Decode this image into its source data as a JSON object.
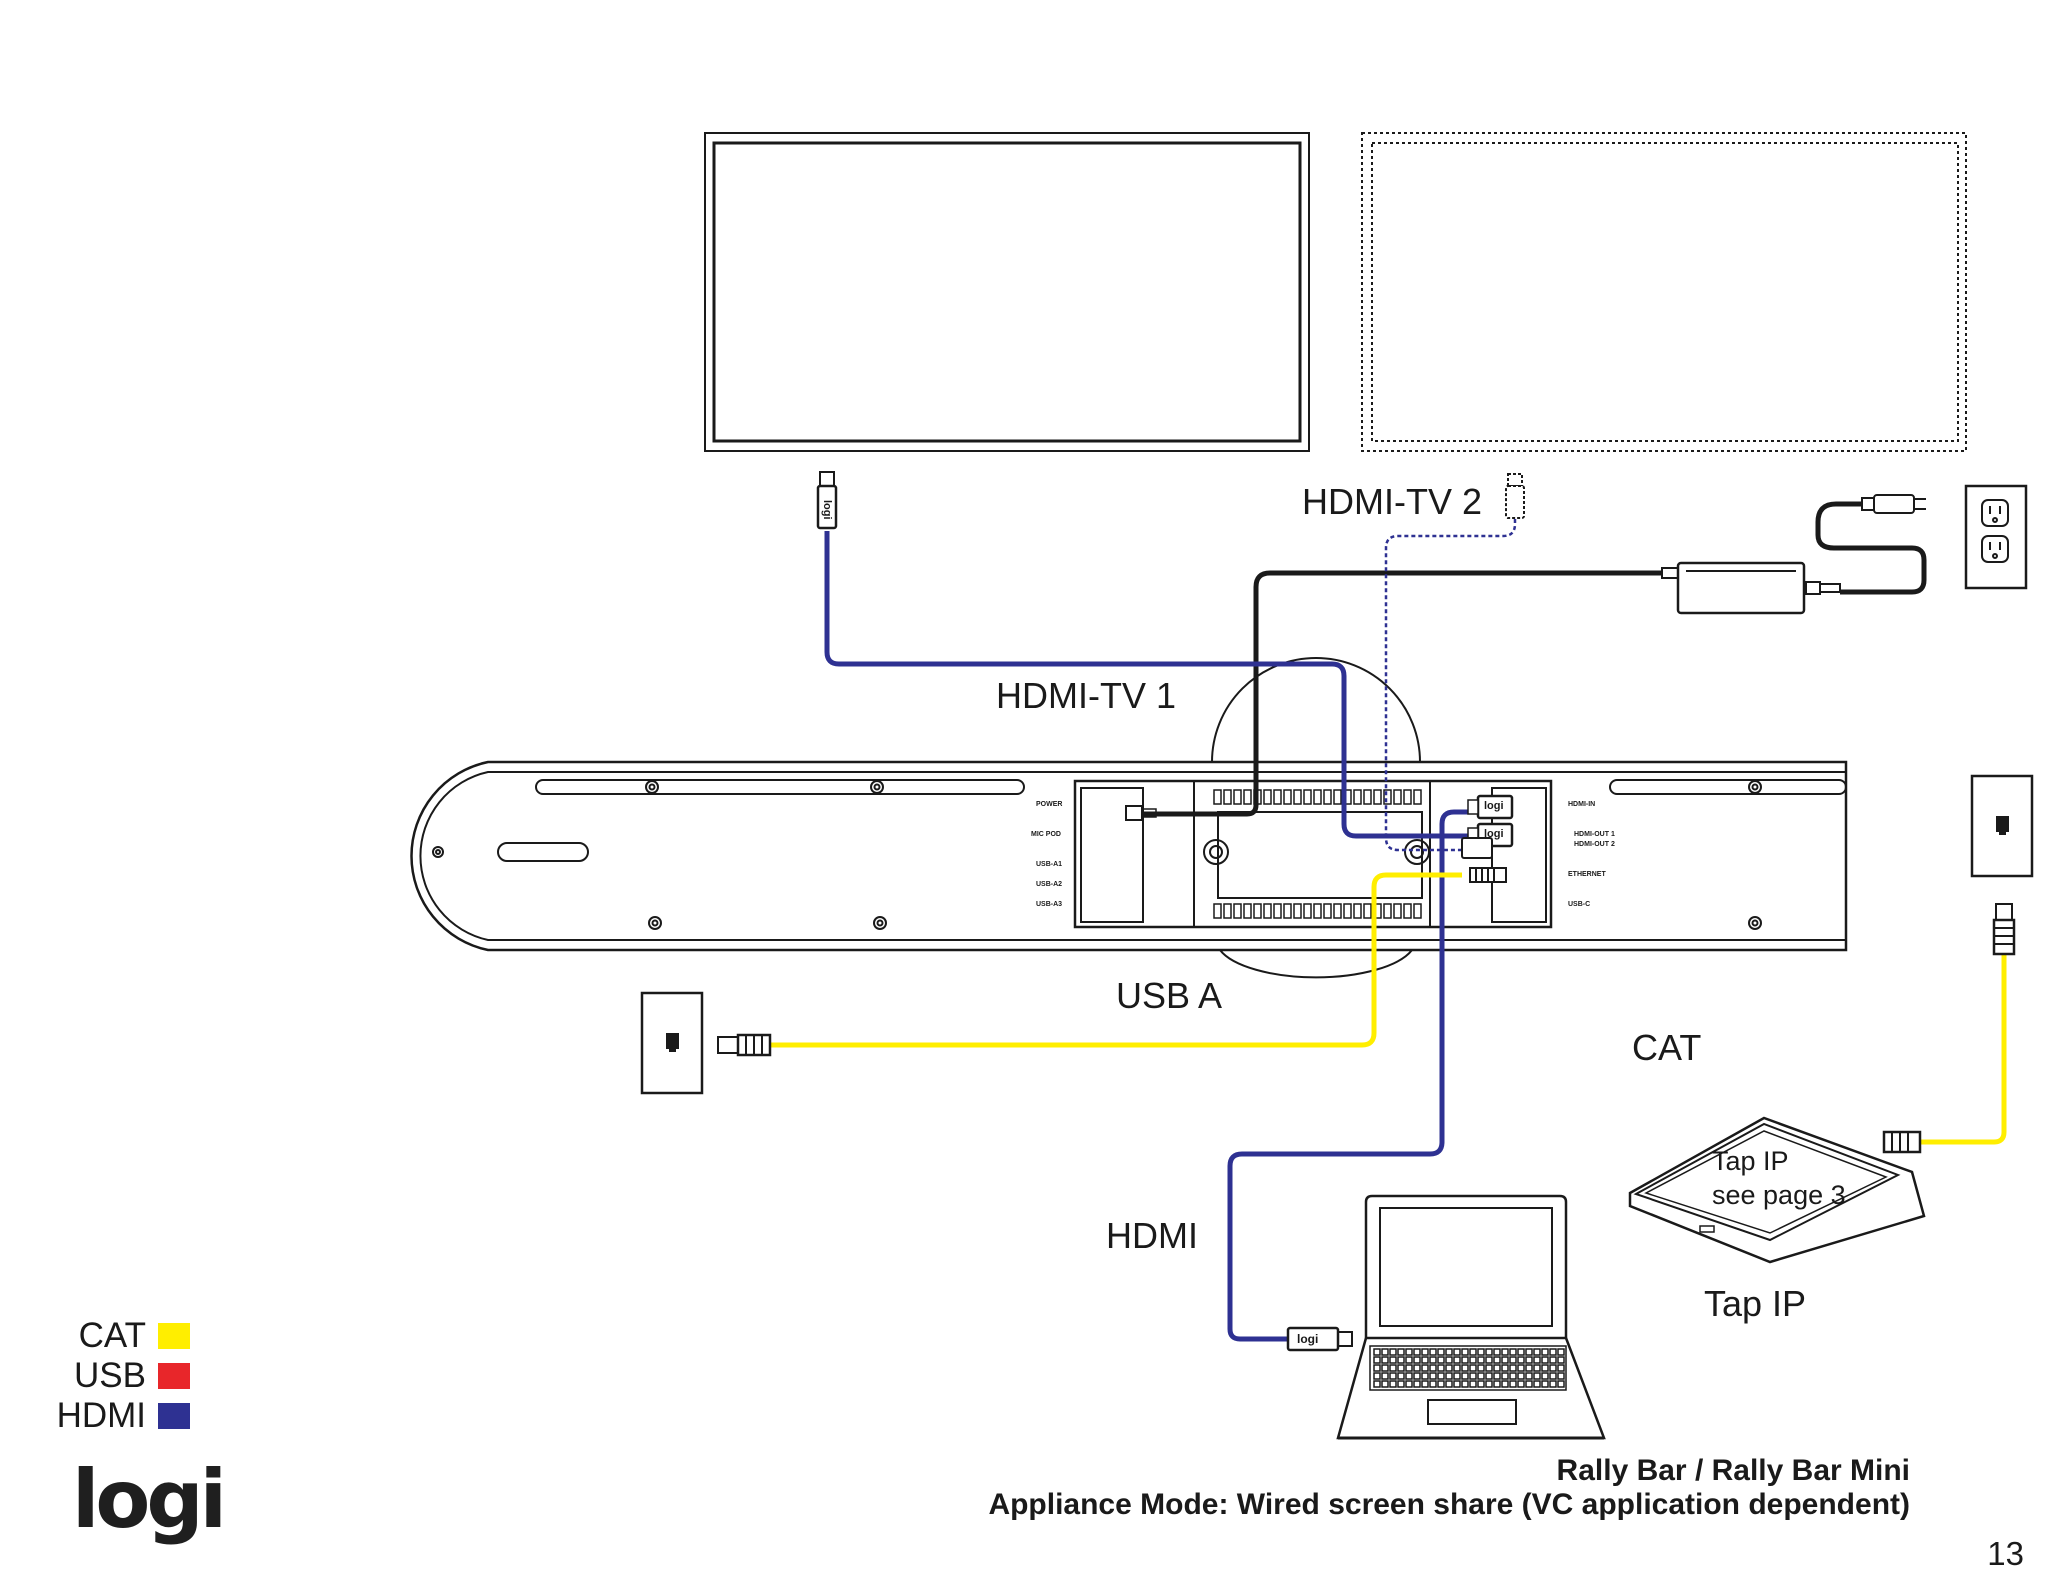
{
  "labels": {
    "hdmi_tv1": "HDMI-TV 1",
    "hdmi_tv2": "HDMI-TV 2",
    "usb_a": "USB A",
    "cat": "CAT",
    "hdmi": "HDMI",
    "tap_ip": "Tap IP",
    "tap_screen_line1": "Tap IP",
    "tap_screen_line2": "see page 3",
    "plug_logo": "logi"
  },
  "ports": {
    "left": [
      "POWER",
      "MIC POD",
      "USB-A1",
      "USB-A2",
      "USB-A3"
    ],
    "right": [
      "HDMI-IN",
      "HDMI-OUT 1",
      "HDMI-OUT 2",
      "ETHERNET",
      "USB-C"
    ]
  },
  "legend": [
    {
      "label": "CAT",
      "color": "#FFEE00"
    },
    {
      "label": "USB",
      "color": "#E8262A"
    },
    {
      "label": "HDMI",
      "color": "#2E3192"
    }
  ],
  "colors": {
    "cat": "#FFEE00",
    "usb": "#E8262A",
    "hdmi": "#2E3192",
    "power": "#1a1a1a",
    "outline": "#1a1a1a"
  },
  "footer": {
    "title_line1": "Rally Bar / Rally Bar Mini",
    "title_line2": "Appliance Mode: Wired screen share (VC application dependent)",
    "page_number": "13"
  },
  "brand": {
    "logo": "logi"
  }
}
